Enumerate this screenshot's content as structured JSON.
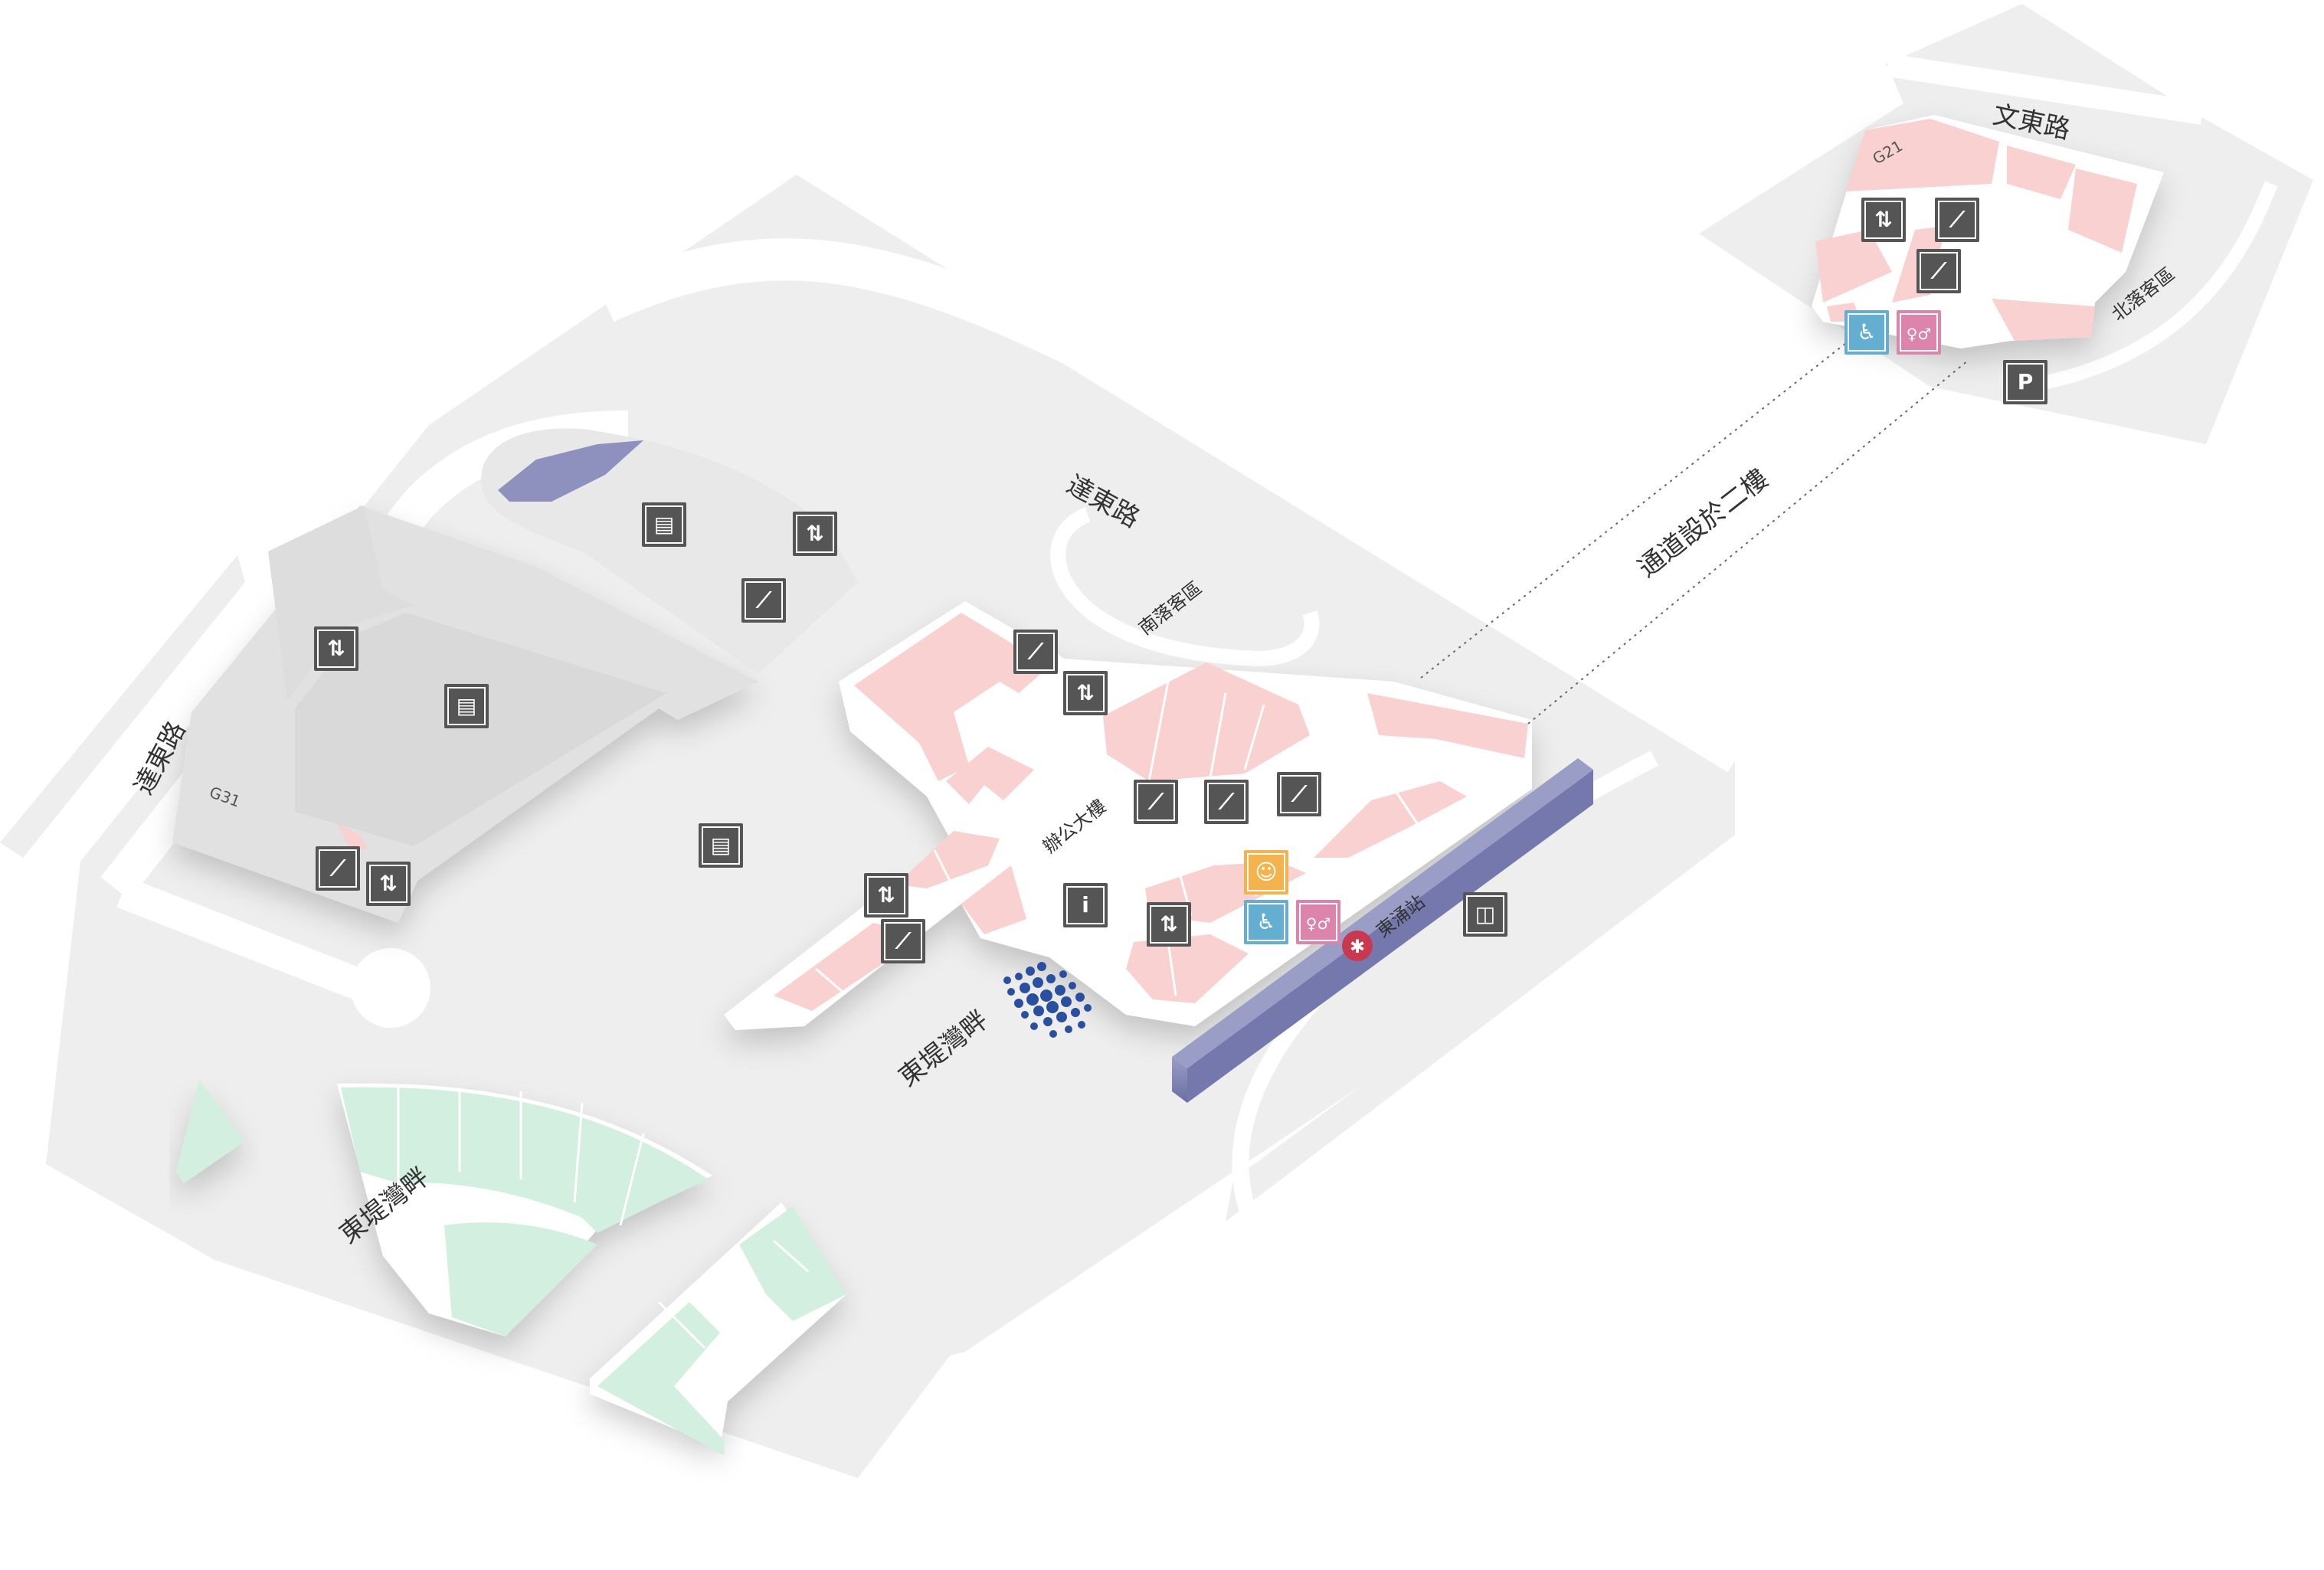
{
  "map": {
    "title": "",
    "colors": {
      "ground": "#eeeeee",
      "road": "#ffffff",
      "retail": "#f9d1d0",
      "walkway": "#ffffff",
      "green_retail": "#d2efe0",
      "station_bar": "#7b7fb0",
      "water": "#8e91bd",
      "facility_dark": "#555555",
      "facility_blue": "#63aed1",
      "facility_pink": "#dc84ab",
      "facility_yellow": "#f4b34c",
      "mtr_red": "#c8384f"
    },
    "labels": {
      "road_top": "文東路",
      "road_middle": "達東路",
      "road_left": "達東路",
      "corridor": "通道設於二樓",
      "south_drop_off": "南落客區",
      "north_drop_off": "北落客區",
      "office_tower": "辦公大樓",
      "station": "東涌站",
      "mall_center": "東堤灣畔",
      "mall_left": "東堤灣畔",
      "unit_g21": "G21",
      "unit_g31": "G31"
    },
    "facilities": [
      {
        "name": "elevator-icon",
        "text": "⇅",
        "kind": "elevator"
      },
      {
        "name": "escalator-icon",
        "text": "⟋",
        "kind": "escalator"
      },
      {
        "name": "bus-icon",
        "text": "▤",
        "kind": "bus"
      },
      {
        "name": "info-icon",
        "text": "i",
        "kind": "info"
      },
      {
        "name": "taxi-icon",
        "text": "◫",
        "kind": "taxi"
      },
      {
        "name": "parking-icon",
        "text": "P",
        "kind": "parking"
      },
      {
        "name": "accessible-icon",
        "text": "♿",
        "kind": "accessible"
      },
      {
        "name": "toilet-icon",
        "text": "♀♂",
        "kind": "toilet"
      },
      {
        "name": "baby-care-icon",
        "text": "☺",
        "kind": "baby"
      },
      {
        "name": "mtr-icon",
        "text": "✱",
        "kind": "mtr"
      }
    ]
  }
}
